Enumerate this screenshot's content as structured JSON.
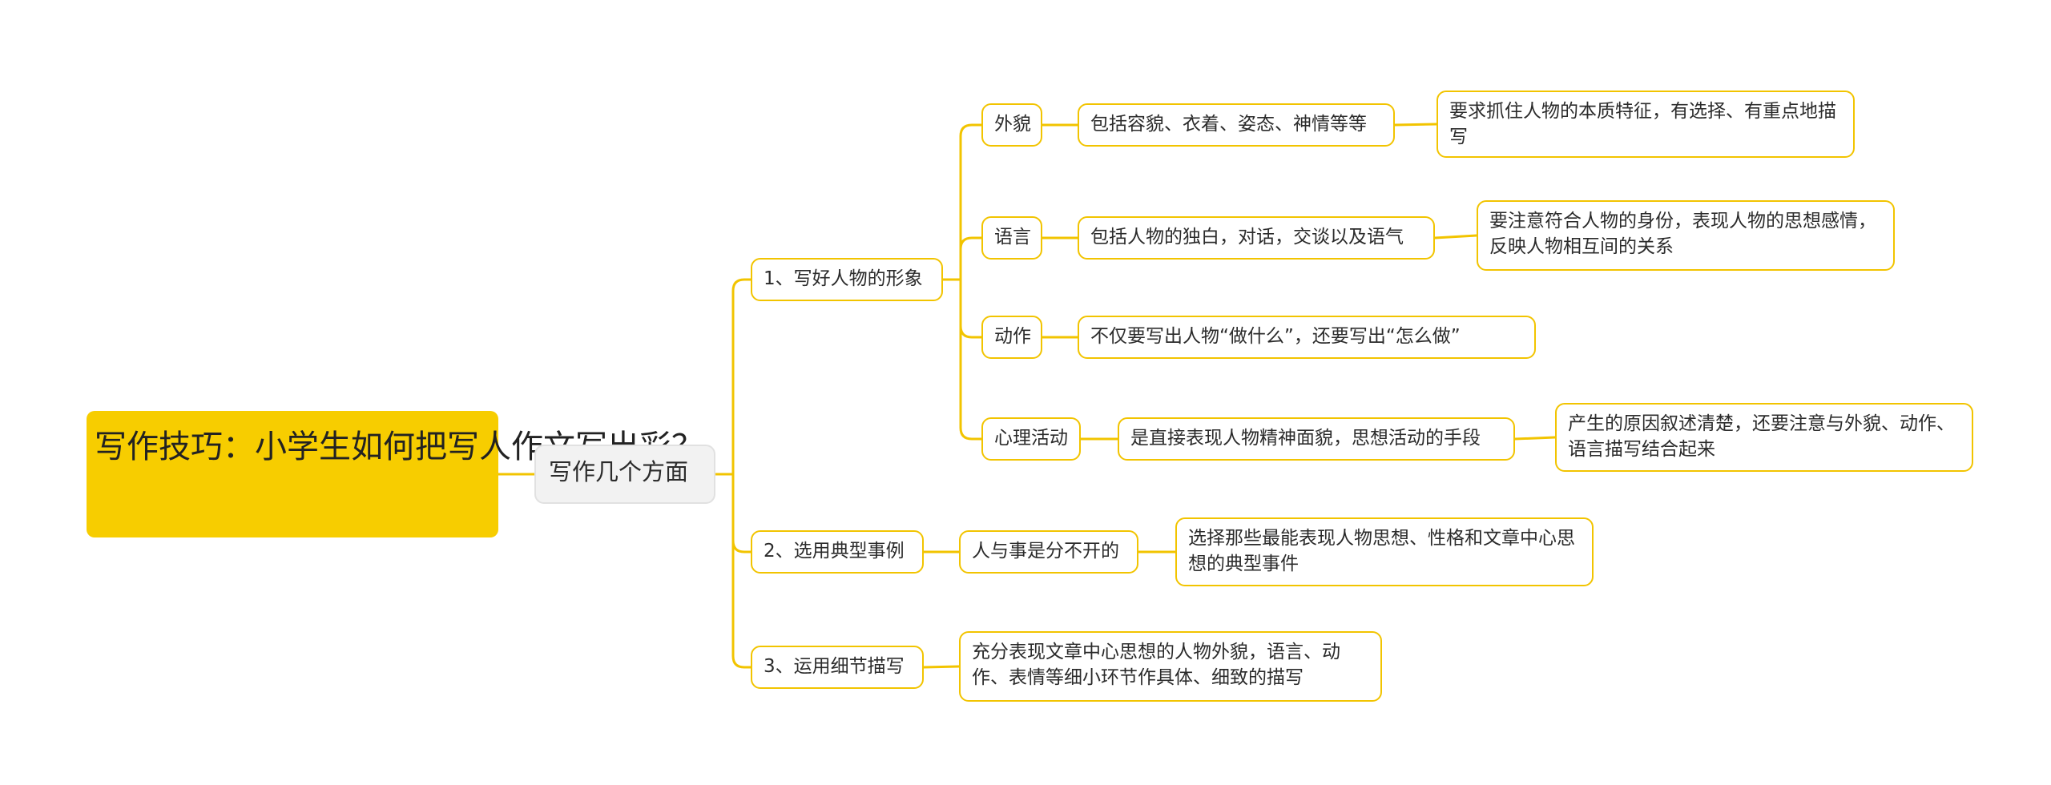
{
  "root": {
    "label": "写作技巧：小学生如何把写人作文写出彩？"
  },
  "main": {
    "label": "写作几个方面"
  },
  "branches": [
    {
      "label": "1、写好人物的形象",
      "children": [
        {
          "label": "外貌",
          "detail": "包括容貌、衣着、姿态、神情等等",
          "note": "要求抓住人物的本质特征，有选择、有重点地描写"
        },
        {
          "label": "语言",
          "detail": "包括人物的独白，对话，交谈以及语气",
          "note": "要注意符合人物的身份，表现人物的思想感情，反映人物相互间的关系"
        },
        {
          "label": "动作",
          "detail": "不仅要写出人物“做什么”，还要写出“怎么做”"
        },
        {
          "label": "心理活动",
          "detail": "是直接表现人物精神面貌，思想活动的手段",
          "note": "产生的原因叙述清楚，还要注意与外貌、动作、语言描写结合起来"
        }
      ]
    },
    {
      "label": "2、选用典型事例",
      "detail": "人与事是分不开的",
      "note": "选择那些最能表现人物思想、性格和文章中心思想的典型事件"
    },
    {
      "label": "3、运用细节描写",
      "detail": "充分表现文章中心思想的人物外貌，语言、动作、表情等细小环节作具体、细致的描写"
    }
  ],
  "colors": {
    "line": "#f2c400",
    "root_fill": "#f7cd00",
    "main_fill": "#f2f2f2",
    "node_border": "#f2c400"
  }
}
